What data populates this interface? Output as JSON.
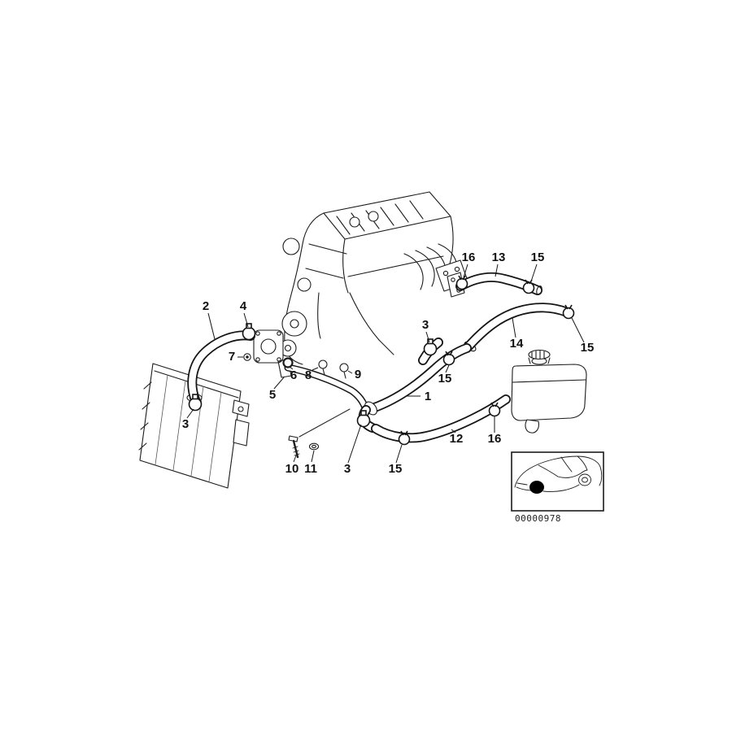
{
  "diagram": {
    "id_code": "00000978",
    "callouts": [
      {
        "label": "2"
      },
      {
        "label": "4"
      },
      {
        "label": "16"
      },
      {
        "label": "13"
      },
      {
        "label": "15"
      },
      {
        "label": "3"
      },
      {
        "label": "14"
      },
      {
        "label": "15"
      },
      {
        "label": "7"
      },
      {
        "label": "6"
      },
      {
        "label": "8"
      },
      {
        "label": "9"
      },
      {
        "label": "5"
      },
      {
        "label": "1"
      },
      {
        "label": "15"
      },
      {
        "label": "3"
      },
      {
        "label": "12"
      },
      {
        "label": "16"
      },
      {
        "label": "10"
      },
      {
        "label": "11"
      },
      {
        "label": "3"
      },
      {
        "label": "15"
      }
    ]
  },
  "colors": {
    "line": "#1c1c1c",
    "background": "#ffffff"
  }
}
